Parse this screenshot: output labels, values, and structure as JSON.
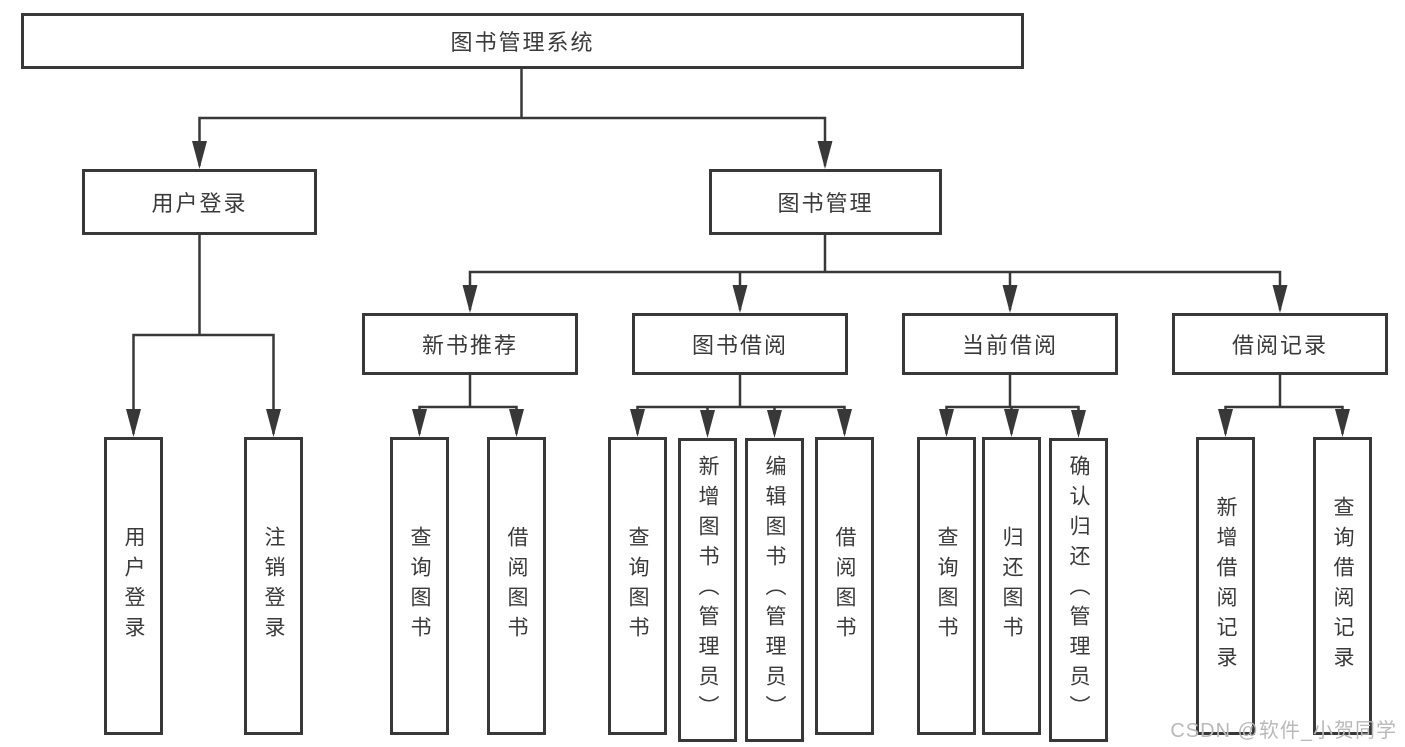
{
  "diagram": {
    "root": "图书管理系统",
    "level2": [
      "用户登录",
      "图书管理"
    ],
    "level3": [
      "新书推荐",
      "图书借阅",
      "当前借阅",
      "借阅记录"
    ],
    "leaves": {
      "user_login": [
        "用户登录",
        "注销登录"
      ],
      "new_book": [
        "查询图书",
        "借阅图书"
      ],
      "book_borrow": [
        "查询图书",
        "新增图书（管理员）",
        "编辑图书（管理员）",
        "借阅图书"
      ],
      "current_borrow": [
        "查询图书",
        "归还图书",
        "确认归还（管理员）"
      ],
      "borrow_record": [
        "新增借阅记录",
        "查询借阅记录"
      ]
    }
  },
  "watermark": "CSDN @软件_小贺同学",
  "colors": {
    "line": "#383838",
    "border": "#383838",
    "text": "#3a3a3a",
    "watermark": "#b9b9b9",
    "background": "#ffffff"
  }
}
